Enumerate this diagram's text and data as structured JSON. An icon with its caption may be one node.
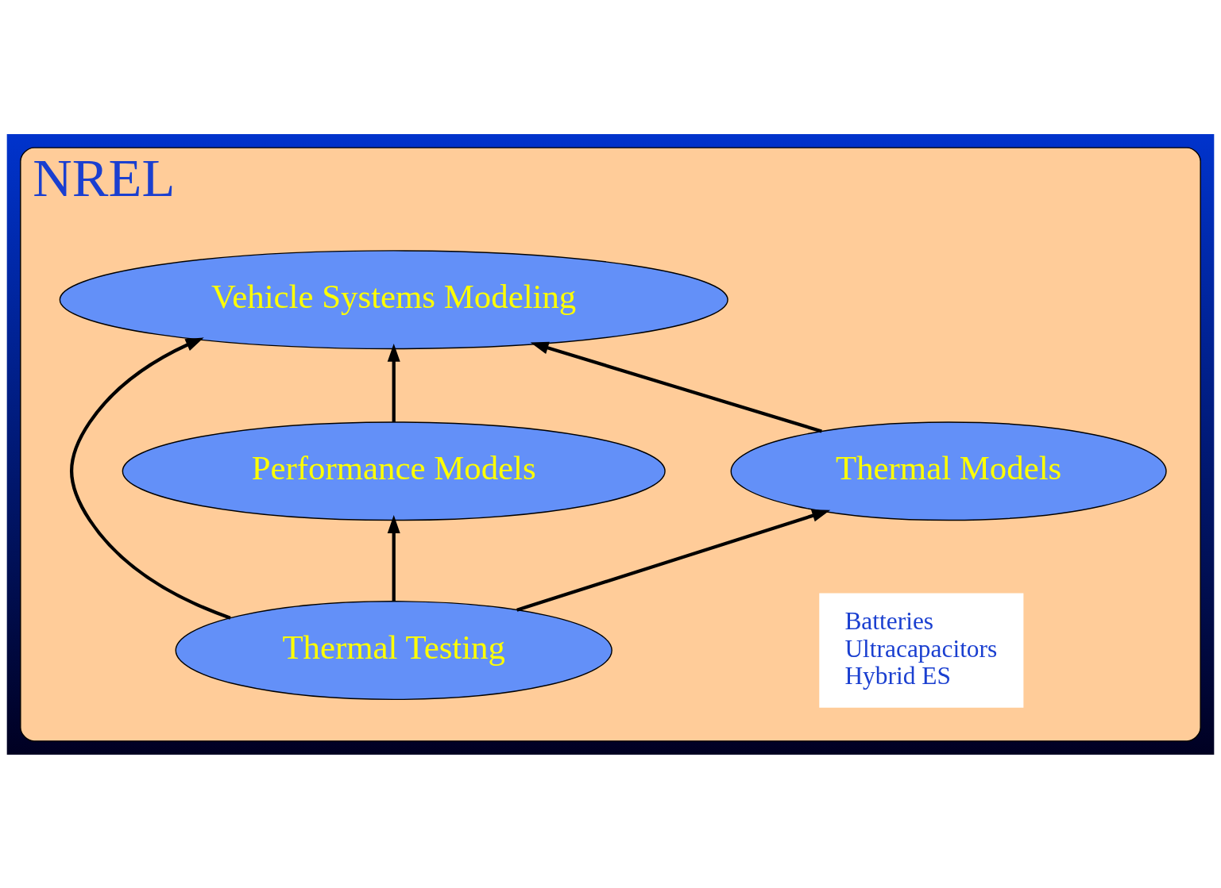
{
  "diagram": {
    "nodes": [
      {
        "text": [
          "NREL"
        ]
      },
      {
        "text": [
          "Vehicle Systems Modeling"
        ],
        "in": 0
      },
      {
        "text": [
          "Performance Models"
        ],
        "in": 0
      },
      {
        "text": [
          "Batteries",
          "Ultracapacitors",
          "Hybrid ES"
        ],
        "in": 0
      },
      {
        "text": [
          "Thermal Models"
        ],
        "in": 0
      },
      {
        "text": [
          "Thermal Testing"
        ],
        "in": 0
      }
    ],
    "edges": [
      {
        "from": 2,
        "to": 1,
        "arrow": "to"
      },
      {
        "from": 4,
        "to": 1,
        "arrow": "to"
      },
      {
        "from": 5,
        "to": 1,
        "arrow": "to"
      },
      {
        "from": 5,
        "to": 2,
        "arrow": "to"
      },
      {
        "from": 5,
        "to": 4,
        "arrow": "to"
      }
    ]
  }
}
